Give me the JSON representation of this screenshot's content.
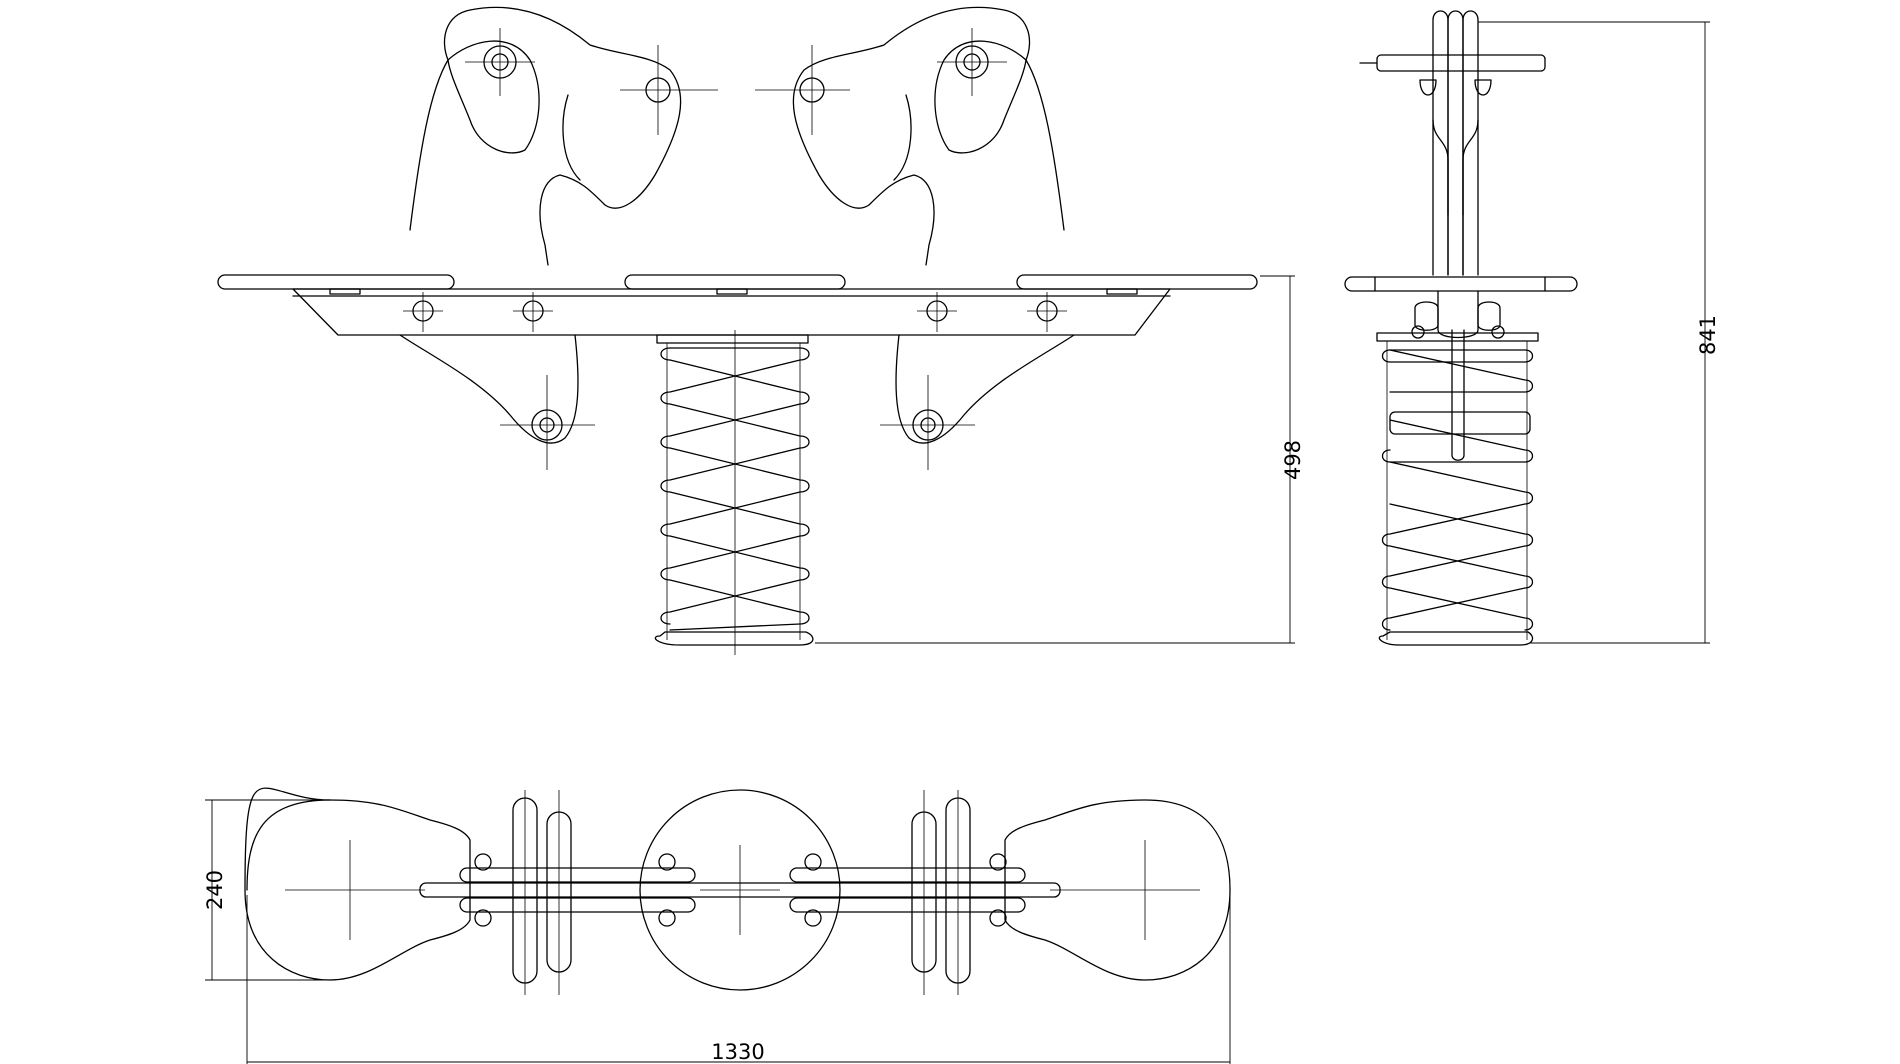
{
  "dimensions": {
    "front_height": "498",
    "side_height": "841",
    "top_width": "240",
    "top_length": "1330"
  }
}
